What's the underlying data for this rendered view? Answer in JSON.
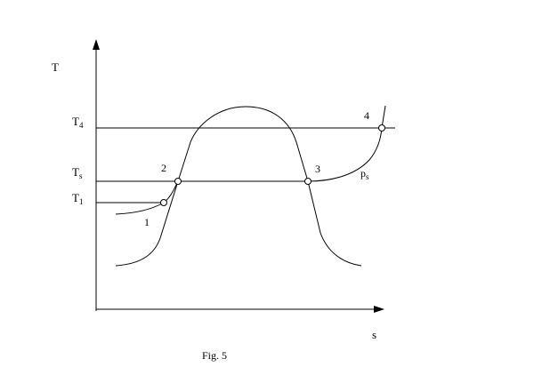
{
  "axes": {
    "y_label": "T",
    "x_label": "s"
  },
  "levels": {
    "t4": {
      "main": "T",
      "sub": "4"
    },
    "ts": {
      "main": "T",
      "sub": "s"
    },
    "t1": {
      "main": "T",
      "sub": "1"
    }
  },
  "points": {
    "p1": "1",
    "p2": "2",
    "p3": "3",
    "p4": "4"
  },
  "isobar": {
    "main": "p",
    "sub": "s"
  },
  "caption": "Fig. 5"
}
